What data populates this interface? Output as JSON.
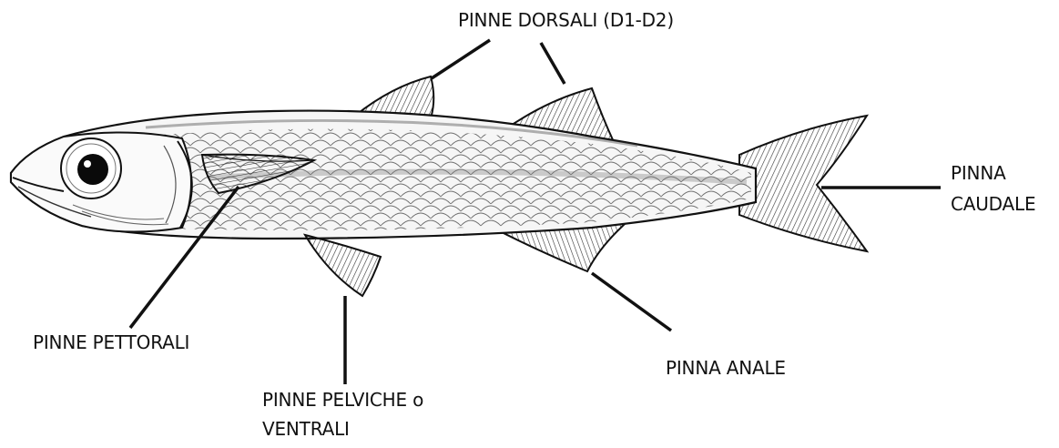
{
  "labels": {
    "dorsal": "PINNE DORSALI (D1-D2)",
    "caudal_line1": "PINNA",
    "caudal_line2": "CAUDALE",
    "pectoral": "PINNE PETTORALI",
    "pelvic_line1": "PINNE PELVICHE o",
    "pelvic_line2": "VENTRALI",
    "anal": "PINNA ANALE"
  },
  "colors": {
    "ink": "#111111",
    "background": "#ffffff",
    "fin_shade": "#6a6a6a",
    "body_fill": "#f4f4f4"
  }
}
